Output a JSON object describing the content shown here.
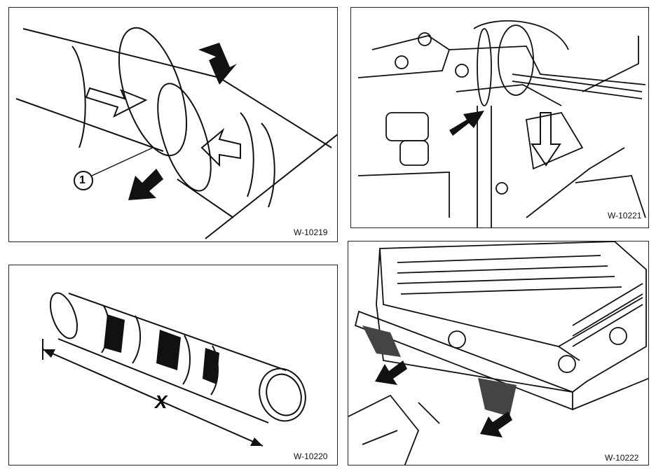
{
  "panels": [
    {
      "code": "W-10219",
      "callout": "1"
    },
    {
      "code": "W-10221"
    },
    {
      "code": "W-10220",
      "dimension_label": "X"
    },
    {
      "code": "W-10222"
    }
  ]
}
